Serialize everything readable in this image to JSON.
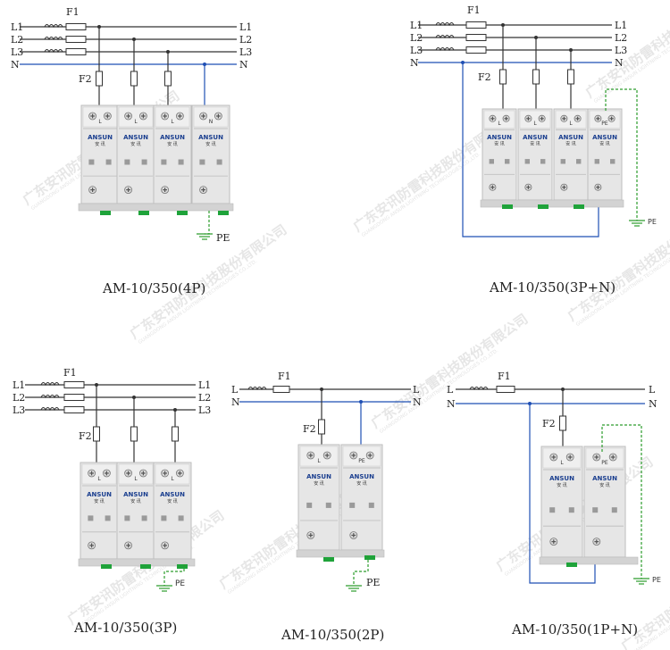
{
  "labels": {
    "fuse_main": "F1",
    "fuse_branch": "F2",
    "l1": "L1",
    "l2": "L2",
    "l3": "L3",
    "n": "N",
    "l": "L",
    "pe": "PE"
  },
  "module": {
    "brand": "ANSUN",
    "brand_cn": "安 讯",
    "pin_l": "L",
    "pin_n": "N",
    "pin_pe": "PE"
  },
  "watermark": {
    "text": "广东安讯防雷科技股份有限公司",
    "sub": "GUANGDONG ANSUN LIGHTNING TECHNOLOGIES CO.,LTD."
  },
  "diagrams": [
    {
      "id": "4p",
      "caption": "AM-10/350(4P)"
    },
    {
      "id": "3pn",
      "caption": "AM-10/350(3P+N)"
    },
    {
      "id": "3p",
      "caption": "AM-10/350(3P)"
    },
    {
      "id": "2p",
      "caption": "AM-10/350(2P)"
    },
    {
      "id": "1pn",
      "caption": "AM-10/350(1P+N)"
    }
  ],
  "colors": {
    "line": "#333333",
    "neutral": "#1f4fb4",
    "earth": "#2c9c2c",
    "module_body": "#e6e6e6",
    "module_edge": "#bdbdbd",
    "terminal_green": "#1fa33a"
  }
}
